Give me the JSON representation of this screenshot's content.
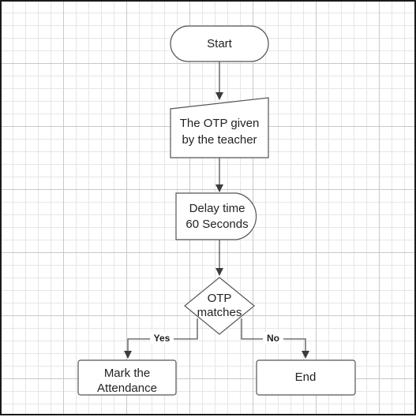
{
  "diagram": {
    "nodes": {
      "start": {
        "label": "Start",
        "shape": "terminal"
      },
      "otp_given": {
        "label_lines": [
          "The OTP given",
          "by the teacher"
        ],
        "shape": "manual-input"
      },
      "delay": {
        "label_lines": [
          "Delay time",
          "60 Seconds"
        ],
        "shape": "delay"
      },
      "decision": {
        "label_lines": [
          "OTP",
          "matches"
        ],
        "shape": "decision"
      },
      "mark_attendance": {
        "label_lines": [
          "Mark the",
          "Attendance"
        ],
        "shape": "process"
      },
      "end": {
        "label": "End",
        "shape": "process"
      }
    },
    "edges": {
      "yes_label": "Yes",
      "no_label": "No"
    },
    "colors": {
      "shape_stroke": "#555555",
      "arrow": "#3c3c3c",
      "grid_major": "#c9c9c9",
      "grid_minor": "#e6e6e6"
    }
  }
}
